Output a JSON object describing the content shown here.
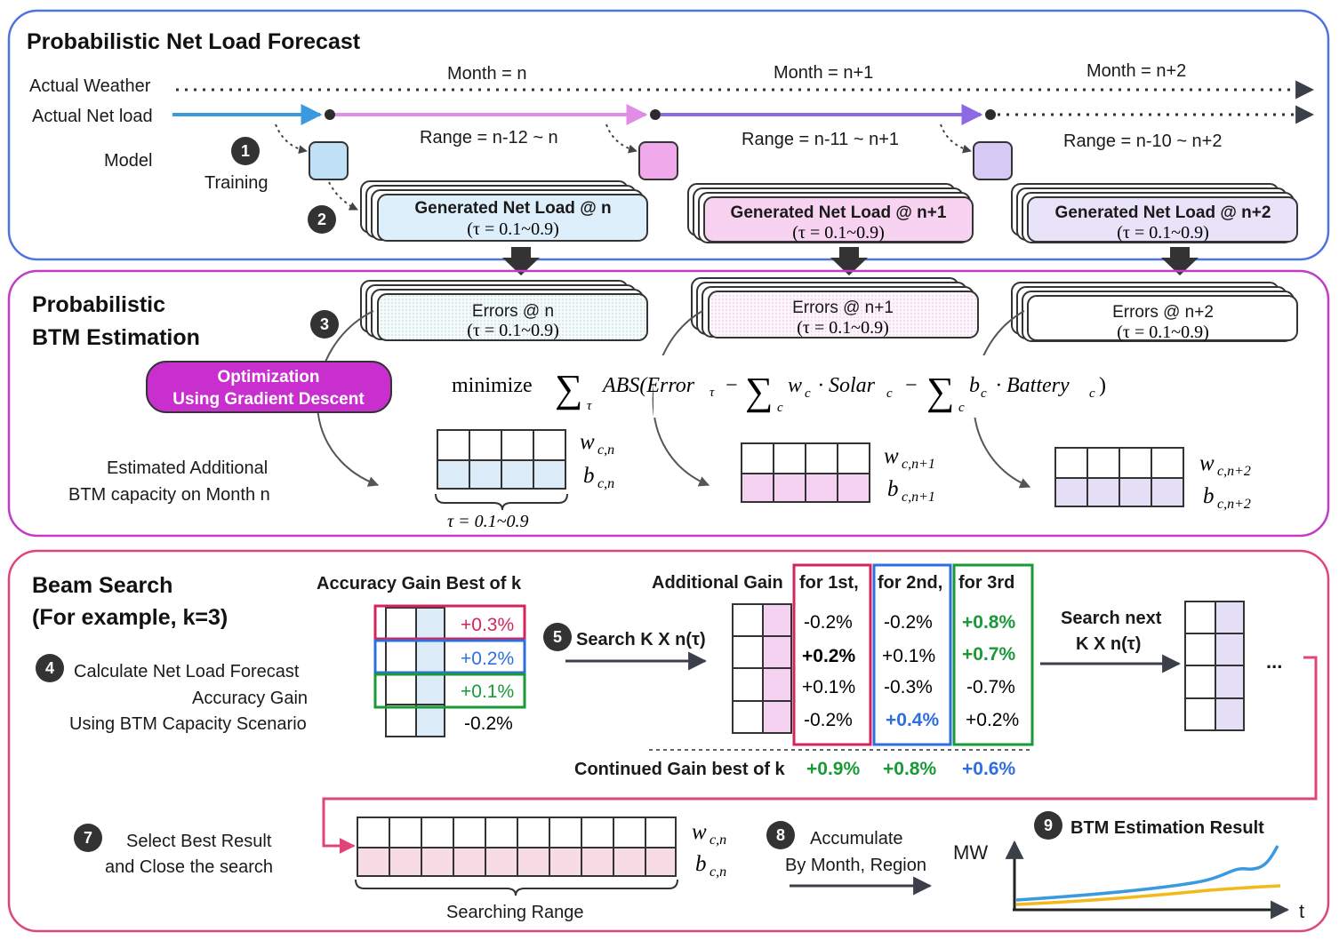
{
  "colors": {
    "forecast_border": "#4f73e0",
    "btm_border": "#c33bc9",
    "beam_border": "#e0457a",
    "blue_line": "#3a9ae0",
    "pink_line": "#e08de6",
    "purple_line": "#8b6ae3",
    "red_box": "#d4245a",
    "blue_box": "#2e6fe0",
    "green_box": "#1a9a37",
    "optim_fill": "#c92fce"
  },
  "forecast": {
    "title": "Probabilistic Net Load Forecast",
    "actual_weather": "Actual Weather",
    "actual_net_load": "Actual Net load",
    "model": "Model",
    "step1": "1",
    "training": "Training",
    "step2": "2",
    "months": [
      "Month = n",
      "Month = n+1",
      "Month = n+2"
    ],
    "ranges": [
      "Range = n-12 ~ n",
      "Range = n-11 ~ n+1",
      "Range = n-10 ~ n+2"
    ],
    "generated": [
      {
        "label": "Generated Net Load @ n",
        "tau": "(τ = 0.1~0.9)"
      },
      {
        "label": "Generated Net Load @ n+1",
        "tau": "(τ = 0.1~0.9)"
      },
      {
        "label": "Generated Net Load @ n+2",
        "tau": "(τ = 0.1~0.9)"
      }
    ]
  },
  "btm": {
    "title_line1": "Probabilistic",
    "title_line2": "BTM Estimation",
    "step3": "3",
    "errors": [
      {
        "label": "Errors @ n",
        "tau": "(τ = 0.1~0.9)"
      },
      {
        "label": "Errors @ n+1",
        "tau": "(τ = 0.1~0.9)"
      },
      {
        "label": "Errors @ n+2",
        "tau": "(τ = 0.1~0.9)"
      }
    ],
    "optim_line1": "Optimization",
    "optim_line2": "Using Gradient Descent",
    "minimize": "minimize",
    "formula_abs": "ABS(Error",
    "formula_w": "w",
    "formula_solar": "· Solar",
    "formula_b": "b",
    "formula_battery": "· Battery",
    "sub_tau": "τ",
    "sub_c": "c",
    "dash": "−",
    "close_paren": ")",
    "est_line1": "Estimated Additional",
    "est_line2": "BTM capacity on Month n",
    "tau_range": "τ = 0.1~0.9",
    "w_labels": [
      "w",
      "w",
      "w"
    ],
    "w_subs": [
      "c,n",
      "c,n+1",
      "c,n+2"
    ],
    "b_labels": [
      "b",
      "b",
      "b"
    ],
    "b_subs": [
      "c,n",
      "c,n+1",
      "c,n+2"
    ]
  },
  "beam": {
    "title_line1": "Beam Search",
    "title_line2": "(For example, k=3)",
    "step4": "4",
    "calc_line1": "Calculate Net Load Forecast",
    "calc_line2": "Accuracy Gain",
    "calc_line3": "Using BTM Capacity Scenario",
    "acc_header": "Accuracy Gain Best of k",
    "acc_values": [
      "+0.3%",
      "+0.2%",
      "+0.1%",
      "-0.2%"
    ],
    "step5": "5",
    "search_kxn": "Search K X n(τ)",
    "add_gain_header": "Additional Gain",
    "col_headers": [
      "for 1st,",
      "for 2nd,",
      "for 3rd"
    ],
    "col1": [
      "-0.2%",
      "+0.2%",
      "+0.1%",
      "-0.2%"
    ],
    "col2": [
      "-0.2%",
      "+0.1%",
      "-0.3%",
      "+0.4%"
    ],
    "col3": [
      "+0.8%",
      "+0.7%",
      "-0.7%",
      "+0.2%"
    ],
    "search_next_line1": "Search next",
    "search_next_line2": "K X n(τ)",
    "ellipsis": "...",
    "continued_label": "Continued Gain best of k",
    "continued_values": [
      "+0.9%",
      "+0.8%",
      "+0.6%"
    ],
    "step7": "7",
    "select_line1": "Select Best Result",
    "select_line2": "and Close the search",
    "w_label": "w",
    "w_sub": "c,n",
    "b_label": "b",
    "b_sub": "c,n",
    "searching_range": "Searching Range",
    "step8": "8",
    "accum_line1": "Accumulate",
    "accum_line2": "By Month, Region",
    "mw": "MW",
    "step9": "9",
    "result_title": "BTM Estimation Result",
    "t_axis": "t"
  }
}
